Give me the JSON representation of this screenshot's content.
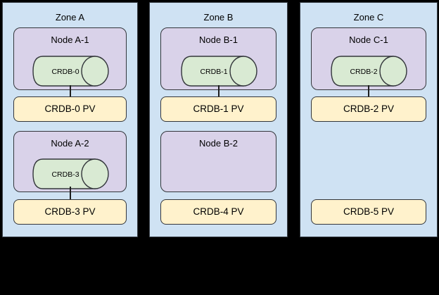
{
  "diagram": {
    "background": "#000000",
    "colors": {
      "zone_fill": "#cfe2f3",
      "node_fill": "#d9d2e9",
      "db_fill": "#d9ead3",
      "pv_fill": "#fff2cc",
      "border": "#33363b"
    },
    "zones": [
      {
        "label": "Zone A",
        "rows": [
          {
            "node": "Node A-1",
            "db": "CRDB-0",
            "pv": "CRDB-0 PV",
            "db_connected_to_pv": true
          },
          {
            "node": "Node A-2",
            "db": "CRDB-3",
            "pv": "CRDB-3 PV",
            "db_connected_to_pv": true
          }
        ]
      },
      {
        "label": "Zone B",
        "rows": [
          {
            "node": "Node B-1",
            "db": "CRDB-1",
            "pv": "CRDB-1 PV",
            "db_connected_to_pv": true
          },
          {
            "node": "Node B-2",
            "db": null,
            "pv": "CRDB-4 PV",
            "db_connected_to_pv": false
          }
        ]
      },
      {
        "label": "Zone C",
        "rows": [
          {
            "node": "Node C-1",
            "db": "CRDB-2",
            "pv": "CRDB-2 PV",
            "db_connected_to_pv": true
          },
          {
            "node": null,
            "db": null,
            "pv": "CRDB-5 PV",
            "db_connected_to_pv": false
          }
        ]
      }
    ]
  }
}
